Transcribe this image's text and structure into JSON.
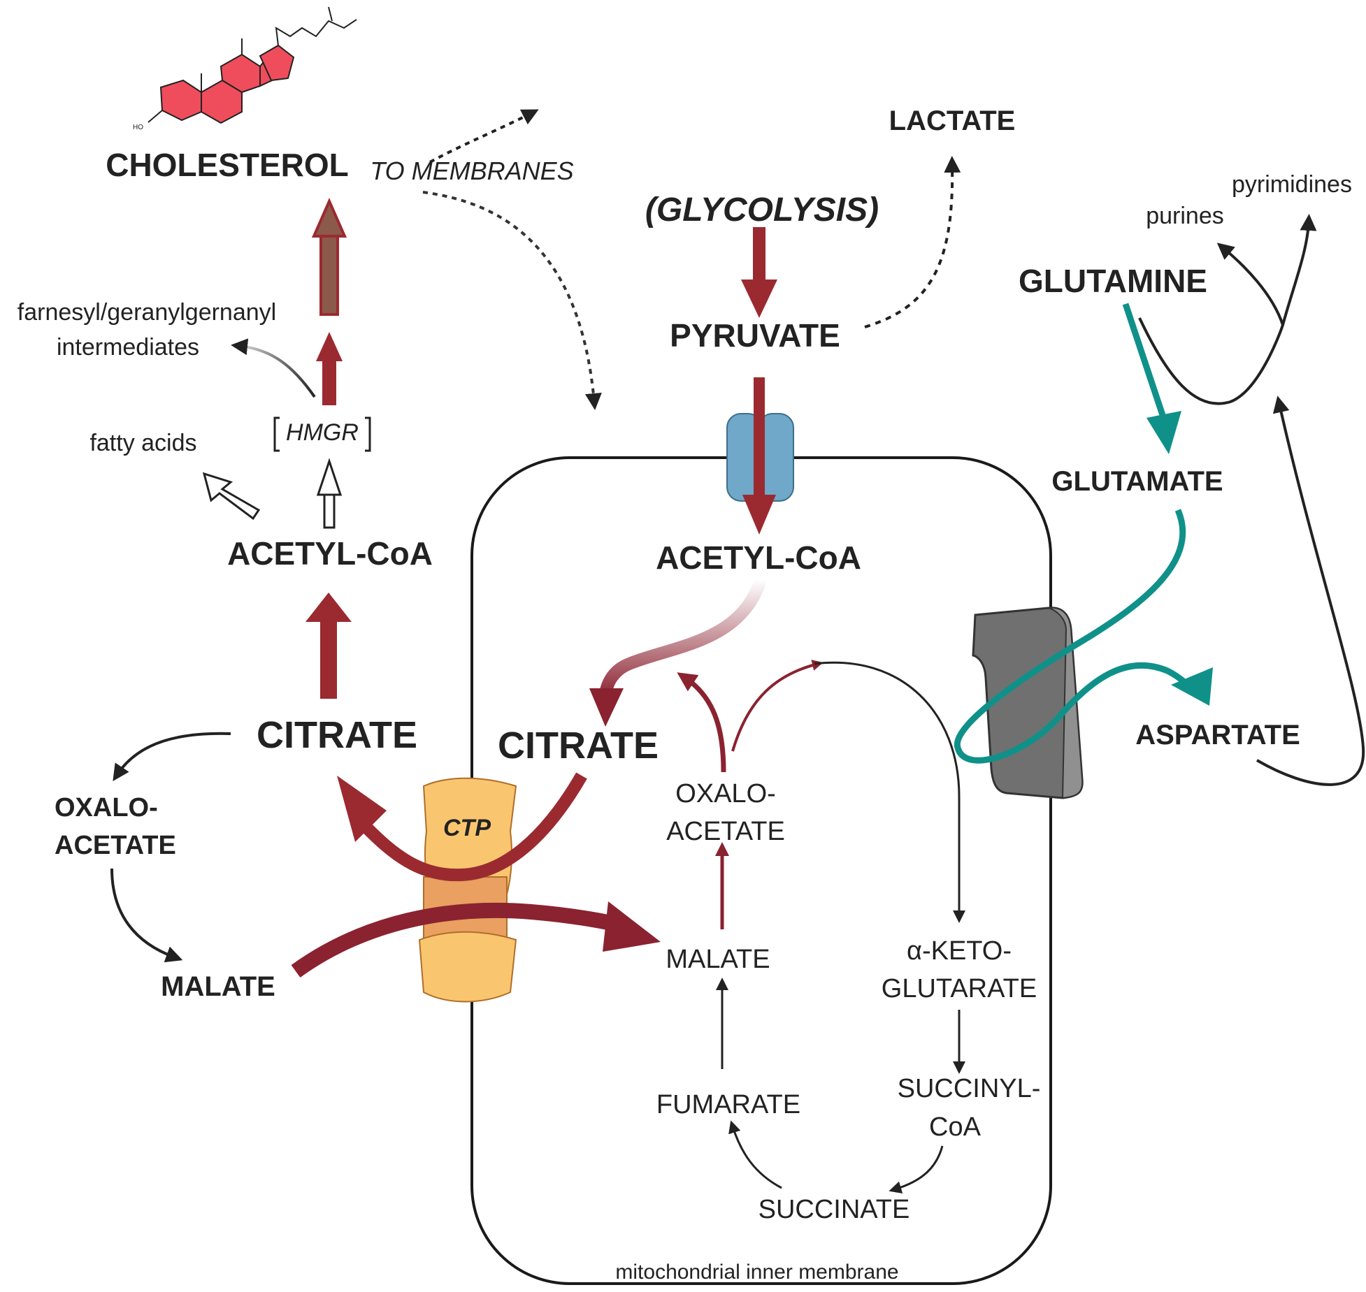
{
  "labels": {
    "cholesterol": "CHOLESTEROL",
    "to_membranes": "TO MEMBRANES",
    "farnesyl_line1": "farnesyl/geranylgernanyl",
    "farnesyl_line2": "intermediates",
    "hmgr": "HMGR",
    "fatty_acids": "fatty acids",
    "acetyl_coa_cyto": "ACETYL-CoA",
    "citrate_cyto": "CITRATE",
    "oxaloacetate_cyto_1": "OXALO-",
    "oxaloacetate_cyto_2": "ACETATE",
    "malate_cyto": "MALATE",
    "ctp": "CTP",
    "lactate": "LACTATE",
    "glycolysis": "(GLYCOLYSIS)",
    "pyruvate": "PYRUVATE",
    "acetyl_coa_mito": "ACETYL-CoA",
    "citrate_mito": "CITRATE",
    "oxaloacetate_mito_1": "OXALO-",
    "oxaloacetate_mito_2": "ACETATE",
    "malate_mito": "MALATE",
    "akg_1": "α-KETO-",
    "akg_2": "GLUTARATE",
    "succinyl_1": "SUCCINYL-",
    "succinyl_2": "CoA",
    "succinate": "SUCCINATE",
    "fumarate": "FUMARATE",
    "glutamine": "GLUTAMINE",
    "glutamate": "GLUTAMATE",
    "aspartate": "ASPARTATE",
    "purines": "purines",
    "pyrimidines": "pyrimidines",
    "membrane": "mitochondrial inner membrane",
    "steroid_ho": "HO"
  },
  "colors": {
    "flux_dark_red": "#8b2230",
    "flux_red": "#9b2a30",
    "glutamine_teal": "#0f918a",
    "text": "#222222",
    "steroid_fill": "#ef4d5c",
    "mpc_transporter": "#6fa8c8",
    "ctp_transporter": "#f9c66f",
    "ctp_transporter_mid": "#e9a060",
    "carrier_gray": "#707070",
    "membrane_line": "#1a1a1a"
  },
  "icons": {
    "steroid_structure": "cholesterol-molecule-icon",
    "mitochondrial_pyruvate_carrier": "pyruvate-carrier-icon",
    "citrate_transporter": "ctp-transporter-icon",
    "glutamate_aspartate_carrier": "glutamate-aspartate-carrier-icon"
  }
}
